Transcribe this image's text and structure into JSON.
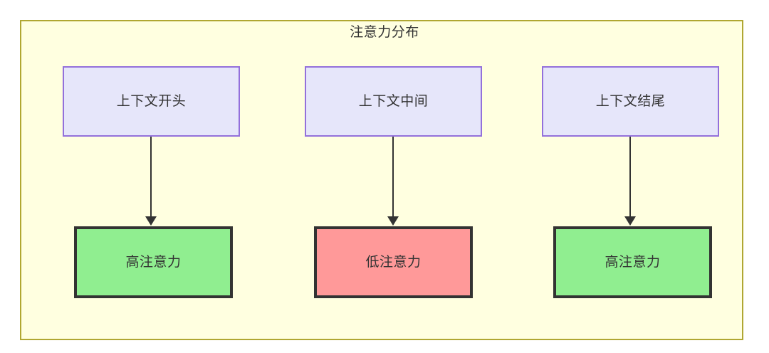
{
  "diagram": {
    "title": "注意力分布",
    "frame": {
      "fill": "#ffffe0",
      "stroke": "#b0a732"
    },
    "context_nodes": [
      {
        "id": "context-start",
        "label": "上下文开头",
        "fill": "#e6e6fa",
        "stroke": "#9370db"
      },
      {
        "id": "context-middle",
        "label": "上下文中间",
        "fill": "#e6e6fa",
        "stroke": "#9370db"
      },
      {
        "id": "context-end",
        "label": "上下文结尾",
        "fill": "#e6e6fa",
        "stroke": "#9370db"
      }
    ],
    "attention_nodes": [
      {
        "id": "attention-high-start",
        "label": "高注意力",
        "fill": "#90ee90",
        "stroke": "#333333"
      },
      {
        "id": "attention-low-middle",
        "label": "低注意力",
        "fill": "#ff9999",
        "stroke": "#333333"
      },
      {
        "id": "attention-high-end",
        "label": "高注意力",
        "fill": "#90ee90",
        "stroke": "#333333"
      }
    ],
    "edges": [
      {
        "from": "context-start",
        "to": "attention-high-start"
      },
      {
        "from": "context-middle",
        "to": "attention-low-middle"
      },
      {
        "from": "context-end",
        "to": "attention-high-end"
      }
    ]
  }
}
